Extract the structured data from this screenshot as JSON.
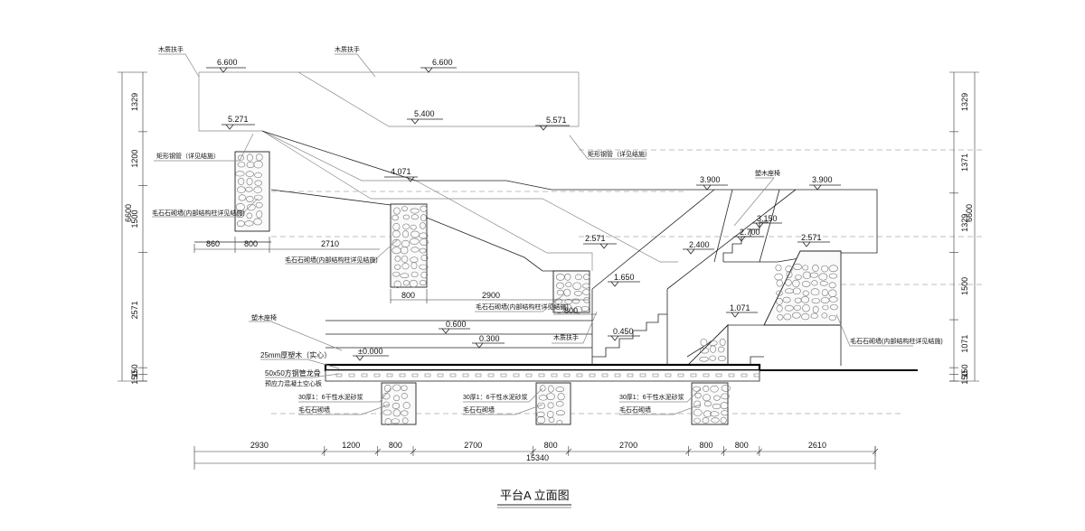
{
  "drawing": {
    "title": "平台A 立面图",
    "elevations": {
      "e6600a": "6.600",
      "e6600b": "6.600",
      "e5271": "5.271",
      "e5400": "5.400",
      "e5571": "5.571",
      "e4071": "4.071",
      "e3900a": "3.900",
      "e3900b": "3.900",
      "e3150": "3.150",
      "e2700": "2.700",
      "e2571a": "2.571",
      "e2571b": "2.571",
      "e2400": "2.400",
      "e1650": "1.650",
      "e1071": "1.071",
      "e0600": "0.600",
      "e0450": "0.450",
      "e0300": "0.300",
      "e0000": "±0.000"
    },
    "labels": {
      "handrail1": "木质扶手",
      "handrail2": "木质扶手",
      "handrail3": "木质扶手",
      "rect_pipe1": "矩形钢管（详见结施）",
      "rect_pipe2": "矩形钢管（详见结施）",
      "stone_wall1": "毛石石砌墙(内部结构柱详见结施)",
      "stone_wall2": "毛石石砌墙(内部结构柱详见结施)",
      "stone_wall3": "毛石石砌墙(内部结构柱详见结施)",
      "stone_wall4": "毛石石砌墙(内部结构柱详见结施)",
      "plastic_seat1": "塑木座椅",
      "plastic_seat2": "塑木座椅",
      "wood_25": "25mm厚塑木（实心）",
      "steel_keel": "50x50方钢管龙骨",
      "precast_slab": "预应力混凝土空心板",
      "mortar1": "30厚1：6干性水泥砂浆",
      "mortar2": "30厚1：6干性水泥砂浆",
      "mortar3": "30厚1：6干性水泥砂浆",
      "footing1": "毛石石砌墙",
      "footing2": "毛石石砌墙",
      "footing3": "毛石石砌墙"
    },
    "dims_bottom": [
      "2930",
      "1200",
      "800",
      "2700",
      "800",
      "2700",
      "800",
      "800",
      "2610"
    ],
    "dim_total": "15340",
    "dims_left": [
      "1329",
      "1200",
      "1500",
      "2571",
      "150",
      "150"
    ],
    "dim_left_total": "6600",
    "dims_right": [
      "1329",
      "1371",
      "1329",
      "1500",
      "1071",
      "150",
      "150"
    ],
    "dim_right_total": "6600",
    "dims_inner": {
      "d860": "860",
      "d800a": "800",
      "d2710": "2710",
      "d800b": "800",
      "d2900": "2900",
      "d800c": "800"
    }
  }
}
